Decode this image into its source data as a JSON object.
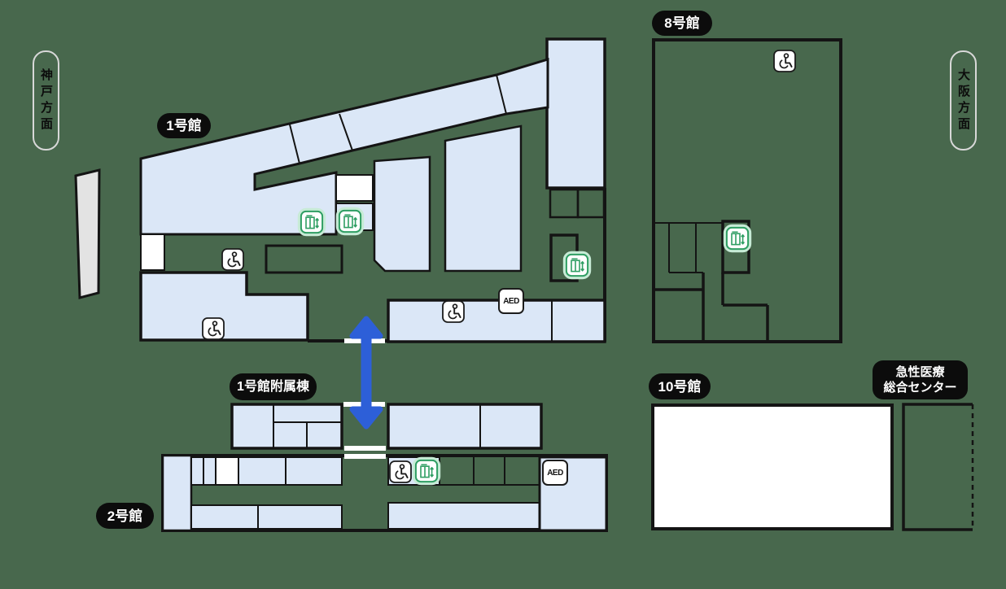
{
  "direction_labels": {
    "west": "神戸方面",
    "east": "大阪方面"
  },
  "buildings": {
    "building_1": {
      "label": "1号館"
    },
    "building_1_annex": {
      "label": "1号館附属棟"
    },
    "building_2": {
      "label": "2号館"
    },
    "building_8": {
      "label": "8号館"
    },
    "building_10": {
      "label": "10号館"
    },
    "acute_care_center": {
      "label_line1": "急性医療",
      "label_line2": "総合センター"
    }
  },
  "icons": {
    "aed_label": "AED",
    "wheelchair_icon_meaning": "wheelchair-accessible",
    "elevator_icon_meaning": "elevator",
    "arrow_meaning": "connecting-corridor"
  },
  "colors": {
    "background": "#48684d",
    "room_fill": "#dbe7f7",
    "white_room": "#ffffff",
    "gray_structure": "#e3e3e3",
    "outline": "#141414",
    "arrow_blue": "#2d5fd8",
    "elevator_green": "#2f9e63",
    "elevator_halo": "#c7ebd6"
  }
}
